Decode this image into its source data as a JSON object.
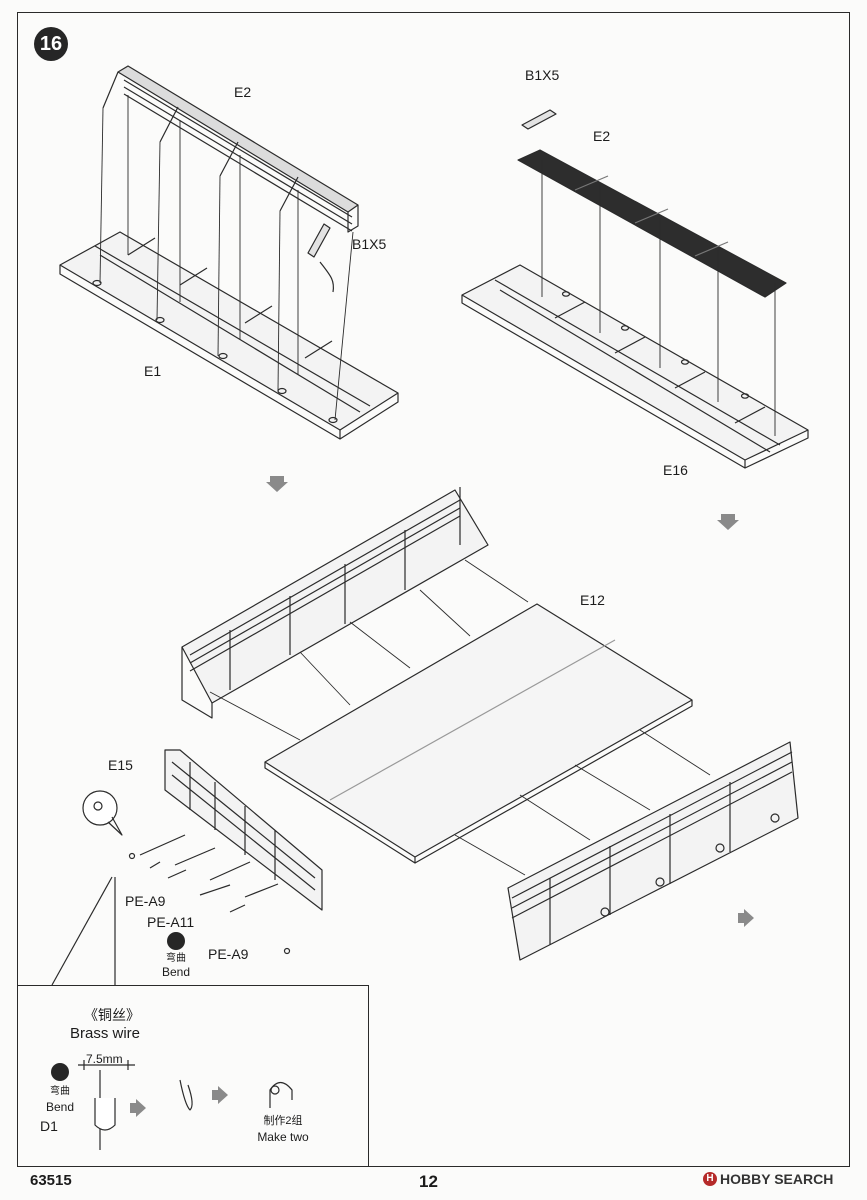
{
  "step": {
    "number": "16"
  },
  "labels": {
    "e2_left": "E2",
    "b1x5_left": "B1X5",
    "e1": "E1",
    "b1x5_right": "B1X5",
    "e2_right": "E2",
    "e16": "E16",
    "e12": "E12",
    "e15": "E15",
    "pe_a9_top": "PE-A9",
    "pe_a11": "PE-A11",
    "pe_a9_bottom": "PE-A9",
    "bend_cn": "弯曲",
    "bend_en": "Bend"
  },
  "inset": {
    "title_cn": "《铜丝》",
    "title_en": "Brass wire",
    "dimension": "7.5mm",
    "bend_cn": "弯曲",
    "bend_en": "Bend",
    "part": "D1",
    "make_two_cn": "制作2组",
    "make_two_en": "Make two"
  },
  "footer": {
    "code": "63515",
    "page": "12",
    "watermark": "HOBBY SEARCH"
  },
  "icons": [
    "arrow-down-icon",
    "arrow-right-icon",
    "bend-icon",
    "magnify-callout-icon"
  ]
}
